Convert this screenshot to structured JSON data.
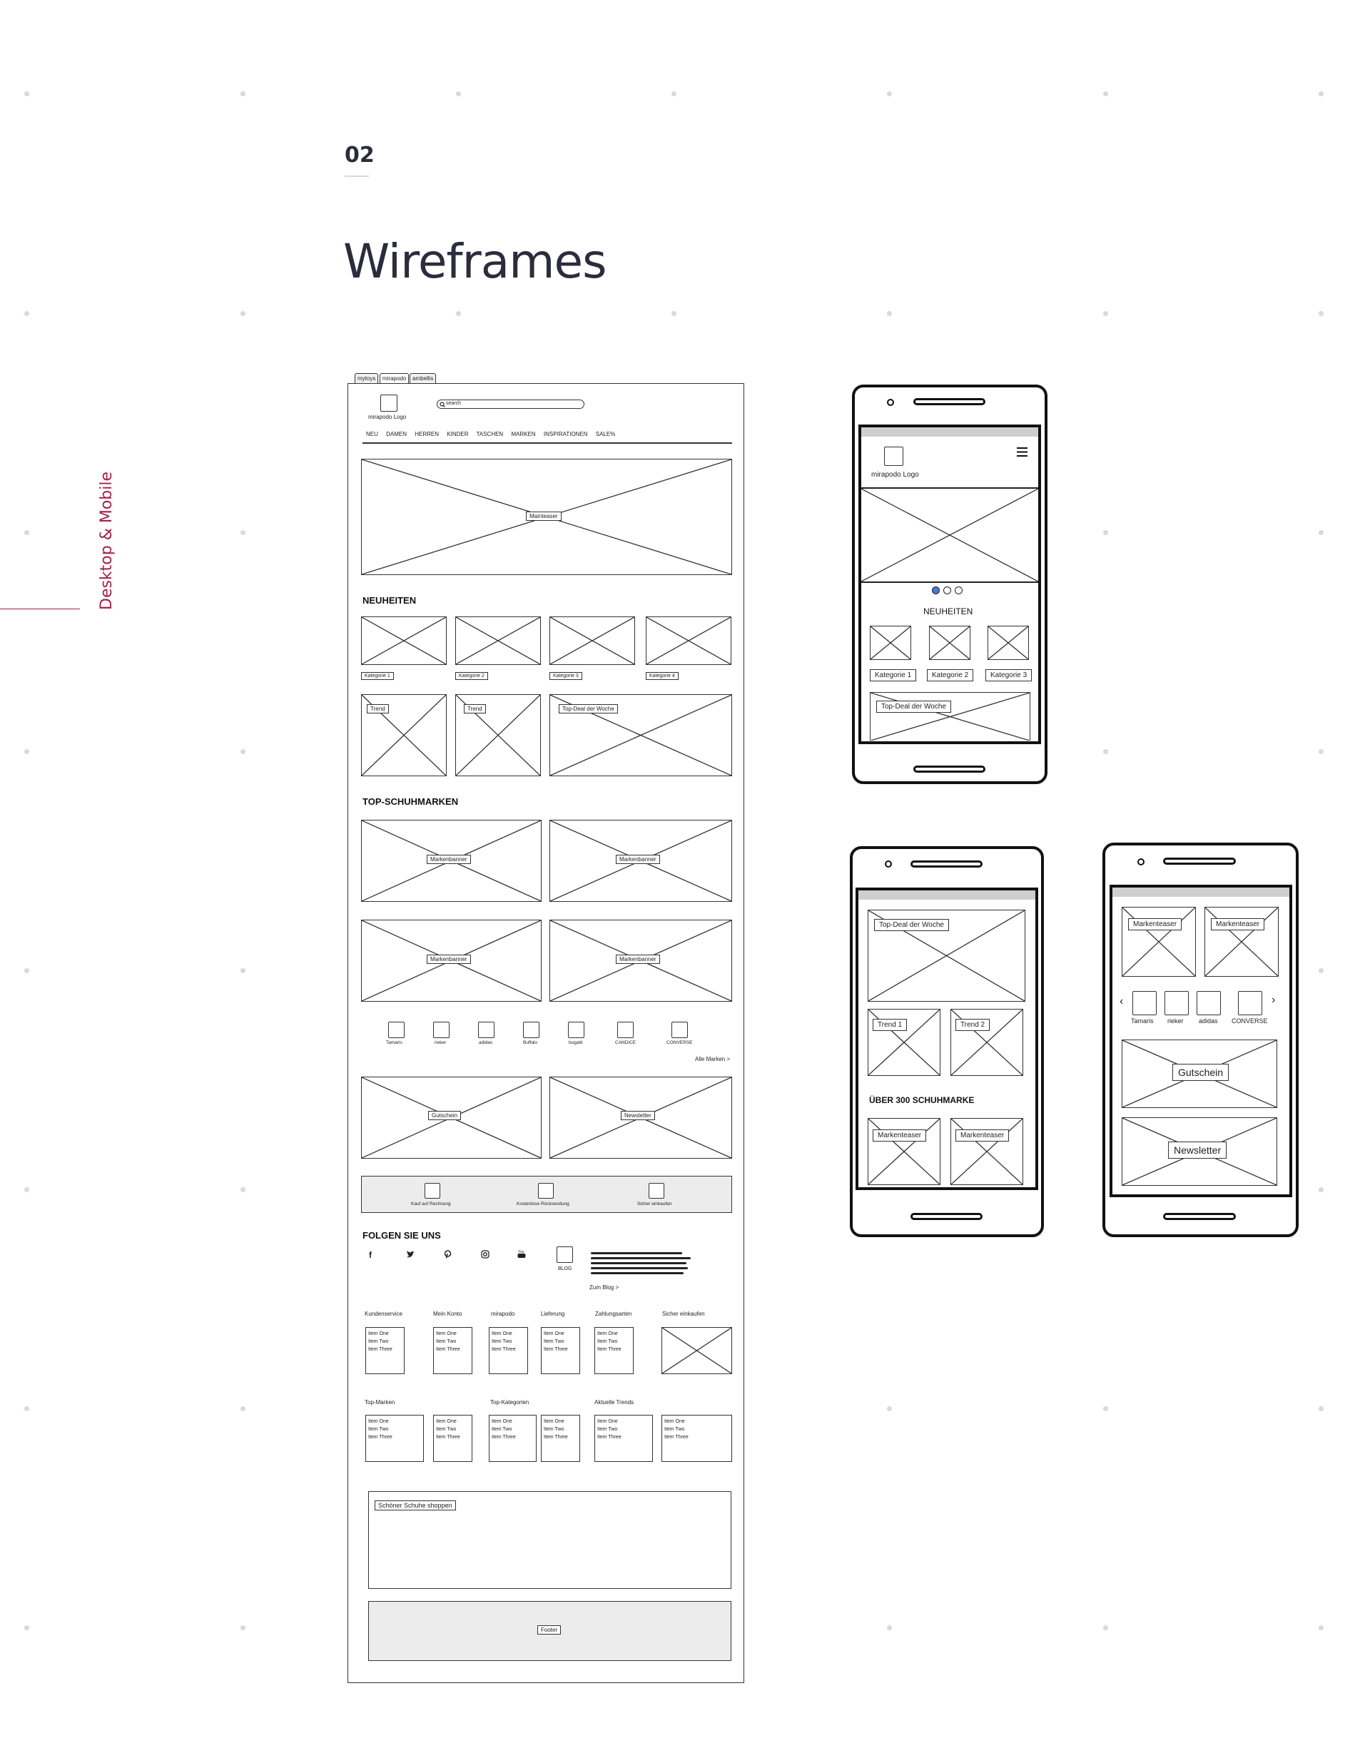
{
  "section": {
    "number": "02",
    "title": "Wireframes",
    "side_label": "Desktop & Mobile"
  },
  "desktop": {
    "tabs": [
      "mytoys",
      "mirapodo",
      "ambellis"
    ],
    "logo_label": "mirapodo Logo",
    "search_placeholder": "search",
    "nav": [
      "NEU",
      "DAMEN",
      "HERREN",
      "KINDER",
      "TASCHEN",
      "MARKEN",
      "INSPIRATIONEN",
      "SALE%"
    ],
    "mainteaser": "Mainteaser",
    "neuheiten_heading": "NEUHEITEN",
    "kategorien": [
      "Kategorie 1",
      "Kategorie 2",
      "Kategorie 3",
      "Kategorie 4"
    ],
    "trend_labels": [
      "Trend",
      "Trend"
    ],
    "top_deal": "Top-Deal der Woche",
    "top_schuhmarken_heading": "TOP-SCHUHMARKEN",
    "markenbanner": [
      "Markenbanner",
      "Markenbanner",
      "Markenbanner",
      "Markenbanner"
    ],
    "brands": [
      "Tamaris",
      "rieker",
      "adidas",
      "Buffalo",
      "bugatti",
      "CANDICE",
      "CONVERSE"
    ],
    "alle_marken": "Alle Marken >",
    "gutschein": "Gutschein",
    "newsletter": "Newsletter",
    "usps": [
      "Kauf auf Rechnung",
      "Kostenlose Rücksendung",
      "Sicher einkaufen"
    ],
    "folgen_heading": "FOLGEN SIE UNS",
    "social_icons": [
      "facebook-icon",
      "twitter-icon",
      "pinterest-icon",
      "instagram-icon",
      "youtube-icon"
    ],
    "blog_label": "BLOG",
    "zum_blog": "Zum Blog >",
    "footer_cols_1": [
      "Kundenservice",
      "Mein Konto",
      "mirapodo",
      "Lieferung",
      "Zahlungsarten",
      "Sicher einkaufen"
    ],
    "footer_cols_2": [
      "Top-Marken",
      "Top-Kategorien",
      "Aktuelle Trends"
    ],
    "list_items": [
      "Item One",
      "Item Two",
      "Item Three"
    ],
    "seo_label": "Schöner Schuhe shoppen",
    "footer_label": "Footer"
  },
  "mobile1": {
    "logo_label": "mirapodo Logo",
    "neuheiten_heading": "NEUHEITEN",
    "kategorien": [
      "Kategorie 1",
      "Kategorie 2",
      "Kategorie 3"
    ],
    "top_deal": "Top-Deal der Woche"
  },
  "mobile2": {
    "top_deal": "Top-Deal der Woche",
    "trends": [
      "Trend 1",
      "Trend 2"
    ],
    "heading": "ÜBER 300 SCHUHMARKE",
    "markenteaser": [
      "Markenteaser",
      "Markenteaser"
    ]
  },
  "mobile3": {
    "markenteaser": [
      "Markenteaser",
      "Markenteaser"
    ],
    "brands": [
      "Tamaris",
      "rieker",
      "adidas",
      "CONVERSE"
    ],
    "gutschein": "Gutschein",
    "newsletter": "Newsletter"
  }
}
